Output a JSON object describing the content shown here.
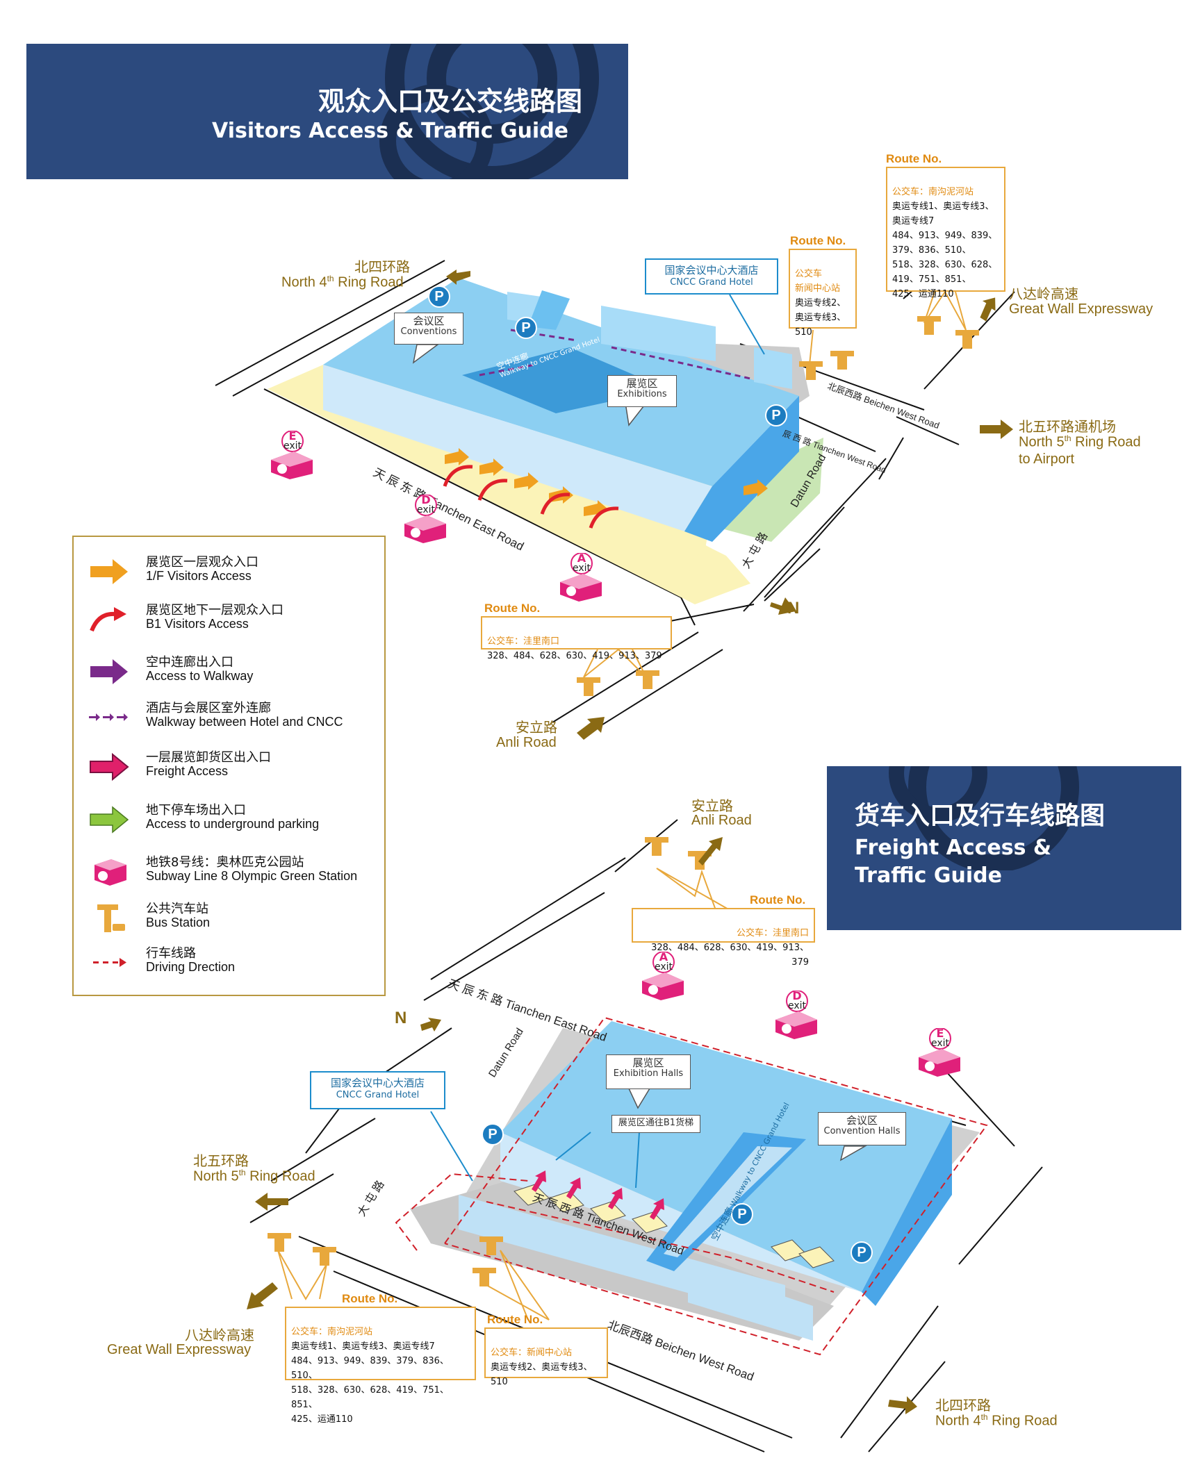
{
  "colors": {
    "banner": "#2c4a7e",
    "hall": "#8ccff2",
    "hall_side": "#4aa6e8",
    "plaza": "#fbf3b8",
    "road_box": "#e8a83c",
    "route_text": "#e08a10",
    "road_label": "#8a6a14",
    "subway": "#e0207a",
    "parking": "#1c7cc0",
    "walkway": "#7a2a8a",
    "freight": "#e0206a",
    "driving": "#d0202a",
    "underground_parking": "#8cc63e",
    "visitors_1f": "#f0a020"
  },
  "visitors_map": {
    "banner": {
      "title_cn": "观众入口及公交线路图",
      "title_en": "Visitors Access & Traffic Guide"
    },
    "roads": {
      "north4_cn": "北四环路",
      "north4_en": "North 4",
      "north4_en_rest": " Ring Road",
      "badaling_cn": "八达岭高速",
      "badaling_en": "Great Wall Expressway",
      "north5_cn": "北五环路通机场",
      "north5_en_a": "North 5",
      "north5_en_b": " Ring Road",
      "north5_en_c": "to Airport",
      "anli_cn": "安立路",
      "anli_en": "Anli Road",
      "tianchen_east": "天 辰 东 路  Tianchen East Road",
      "beichen_west": "北辰西路  Beichen West Road",
      "tianchen_west": "辰 西 路  Tianchen West Road",
      "datun_en": "Datun Road",
      "datun_cn": "大 屯 路",
      "tianchen_west_cn": "辰 西 路"
    },
    "routes": [
      {
        "title": "Route No.",
        "sub": "公交车：南沟泥河站",
        "lines": "奥运专线1、奥运专线3、\n奥运专线7\n484、913、949、839、\n379、836、510、\n518、328、630、628、\n419、751、851、\n425、运通110"
      },
      {
        "title": "Route No.",
        "sub": "公交车\n新闻中心站",
        "lines": "奥运专线2、\n奥运专线3、\n510"
      },
      {
        "title": "Route No.",
        "sub": "公交车：洼里南口",
        "lines": "328、484、628、630、419、913、379"
      }
    ],
    "callouts": {
      "conventions_cn": "会议区",
      "conventions_en": "Conventions",
      "hotel_cn": "国家会议中心大酒店",
      "hotel_en": "CNCC Grand Hotel",
      "exhibitions_cn": "展览区",
      "exhibitions_en": "Exhibitions",
      "walkway_cn": "空中连廊",
      "walkway_en": "Walkway to CNCC Grand Hotel"
    },
    "exits": [
      {
        "letter": "E",
        "word": "exit"
      },
      {
        "letter": "D",
        "word": "exit"
      },
      {
        "letter": "A",
        "word": "exit"
      }
    ],
    "parking_label": "P",
    "north_label": "N"
  },
  "legend": {
    "items": [
      {
        "icon": "orange-arrow-icon",
        "cn": "展览区一层观众入口",
        "en": "1/F Visitors Access"
      },
      {
        "icon": "red-curved-arrow-icon",
        "cn": "展览区地下一层观众入口",
        "en": "B1 Visitors Access"
      },
      {
        "icon": "purple-arrow-icon",
        "cn": "空中连廊出入口",
        "en": "Access to Walkway"
      },
      {
        "icon": "purple-dashed-arrows-icon",
        "cn": "酒店与会展区室外连廊",
        "en": "Walkway between Hotel and CNCC"
      },
      {
        "icon": "magenta-arrow-icon",
        "cn": "一层展览卸货区出入口",
        "en": "Freight Access"
      },
      {
        "icon": "green-arrow-icon",
        "cn": "地下停车场出入口",
        "en": "Access to underground parking"
      },
      {
        "icon": "subway-station-icon",
        "cn": "地铁8号线：奥林匹克公园站",
        "en": "Subway Line 8  Olympic Green Station"
      },
      {
        "icon": "bus-station-icon",
        "cn": "公共汽车站",
        "en": "Bus Station"
      },
      {
        "icon": "driving-dashed-arrow-icon",
        "cn": "行车线路",
        "en": "Driving Drection"
      }
    ]
  },
  "freight_map": {
    "banner": {
      "title_cn": "货车入口及行车线路图",
      "title_en_1": "Freight Access &",
      "title_en_2": "Traffic Guide"
    },
    "roads": {
      "anli_cn": "安立路",
      "anli_en": "Anli Road",
      "north5_cn": "北五环路",
      "north5_en_a": "North 5",
      "north5_en_b": " Ring Road",
      "badaling_cn": "八达岭高速",
      "badaling_en": "Great Wall Expressway",
      "north4_cn": "北四环路",
      "north4_en_a": "North 4",
      "north4_en_b": " Ring Road",
      "tianchen_east": "天 辰 东 路  Tianchen East Road",
      "tianchen_west": "天 辰 西 路  Tianchen West Road",
      "beichen_west": "北辰西路  Beichen West Road",
      "datun_en": "Datun Road",
      "datun_cn": "大 屯 路"
    },
    "routes": [
      {
        "title": "Route No.",
        "sub": "公交车：洼里南口",
        "lines": "328、484、628、630、419、913、379"
      },
      {
        "title": "Route No.",
        "sub": "公交车：南沟泥河站",
        "lines": "奥运专线1、奥运专线3、奥运专线7\n484、913、949、839、379、836、510、\n518、328、630、628、419、751、851、\n425、运通110"
      },
      {
        "title": "Route No.",
        "sub": "公交车：新闻中心站",
        "lines": "奥运专线2、奥运专线3、\n510"
      }
    ],
    "callouts": {
      "exhibition_cn": "展览区",
      "exhibition_en": "Exhibition Halls",
      "hotel_cn": "国家会议中心大酒店",
      "hotel_en": "CNCC Grand Hotel",
      "convention_cn": "会议区",
      "convention_en": "Convention Halls",
      "b1_lift": "展览区通往B1货梯",
      "walkway_cn": "空中连廊",
      "walkway_en": "Walkway to CNCC Grand Hotel"
    },
    "exits": [
      {
        "letter": "A",
        "word": "exit"
      },
      {
        "letter": "D",
        "word": "exit"
      },
      {
        "letter": "E",
        "word": "exit"
      }
    ],
    "parking_label": "P",
    "north_label": "N"
  }
}
